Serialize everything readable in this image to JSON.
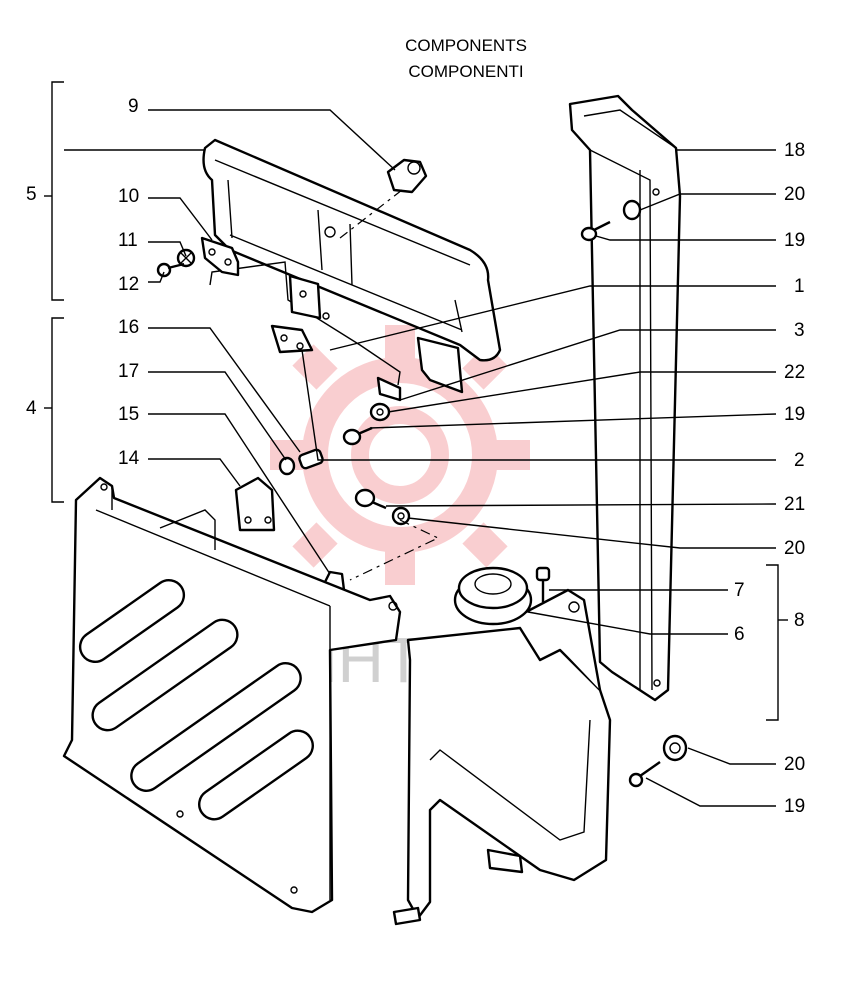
{
  "header": {
    "line1": "COMPONENTS",
    "line2": "COMPONENTI"
  },
  "watermark": {
    "text": "ИНТЕХ",
    "color": "#e8262c"
  },
  "labels": {
    "l9": "9",
    "l5": "5",
    "l10": "10",
    "l11": "11",
    "l12": "12",
    "l16": "16",
    "l17": "17",
    "l15": "15",
    "l14": "14",
    "l4": "4",
    "l18": "18",
    "l20a": "20",
    "l19a": "19",
    "l1": "1",
    "l3": "3",
    "l22": "22",
    "l19b": "19",
    "l2": "2",
    "l21": "21",
    "l20b": "20",
    "l7": "7",
    "l6": "6",
    "l8": "8",
    "l20c": "20",
    "l19c": "19"
  }
}
